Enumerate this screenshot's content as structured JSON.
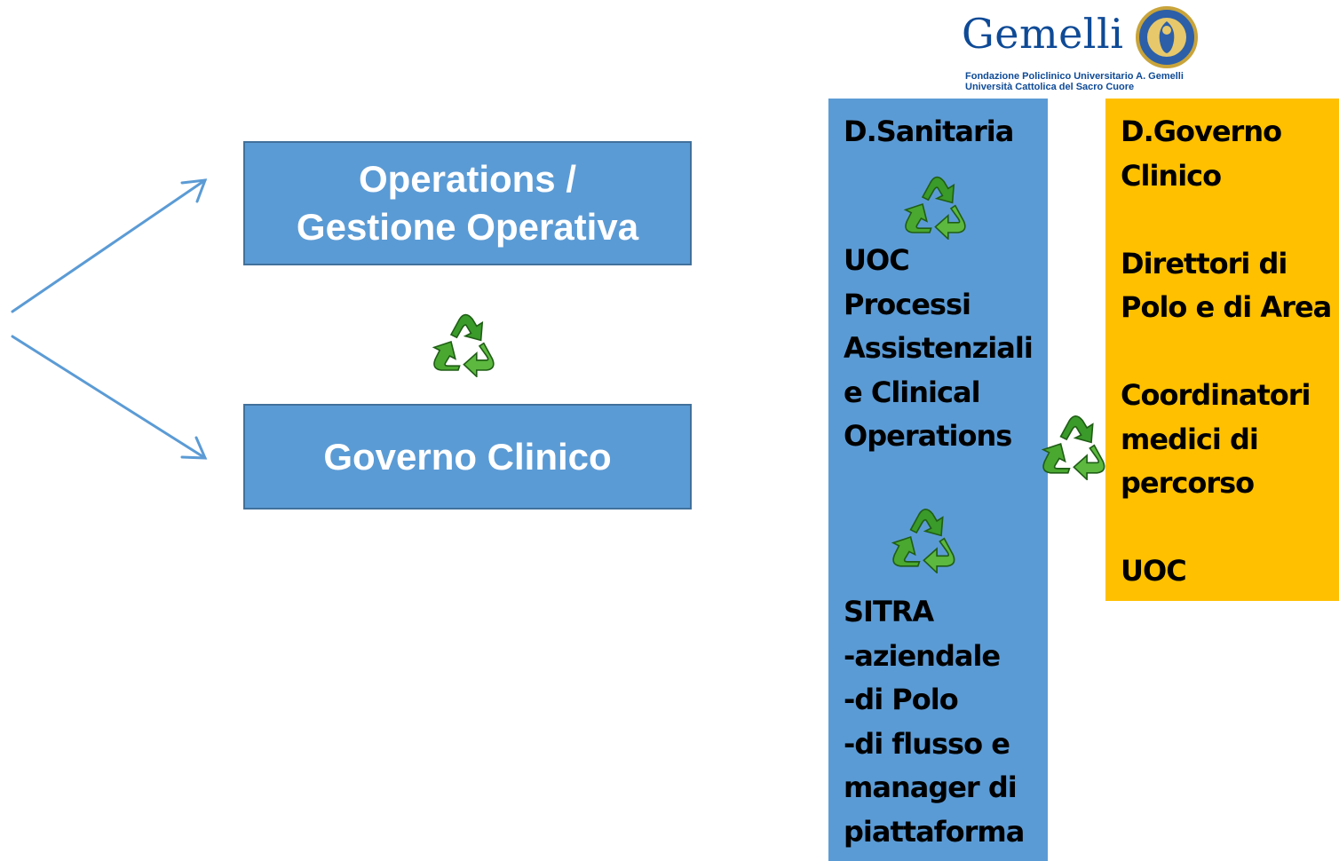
{
  "colors": {
    "box_blue": "#5b9bd5",
    "box_border": "#41719c",
    "orange": "#ffc000",
    "arrow": "#5b9bd5",
    "recycle_green": "#3a9a2a",
    "logo_blue": "#0e4a96"
  },
  "logo": {
    "wordmark": "Gemelli",
    "line1": "Fondazione Policlinico Universitario A. Gemelli",
    "line2": "Università Cattolica del Sacro Cuore",
    "seal_icon": "university-seal-icon"
  },
  "left": {
    "box_operations_line1": "Operations /",
    "box_operations_line2": "Gestione Operativa",
    "box_governo": "Governo Clinico",
    "recycle_icon": "recycle-icon"
  },
  "column_sanitaria": {
    "title": "D.Sanitaria",
    "uoc_lines": [
      "UOC",
      "Processi",
      "Assistenziali",
      "e Clinical",
      "Operations"
    ],
    "sitra_lines": [
      "SITRA",
      "-aziendale",
      "-di Polo",
      "-di flusso e",
      "manager di",
      "piattaforma"
    ]
  },
  "column_governo": {
    "lines": [
      "D.Governo",
      "Clinico",
      "",
      "Direttori di",
      "Polo e di Area",
      "",
      "Coordinatori",
      "medici di",
      "percorso",
      "",
      "UOC"
    ]
  }
}
